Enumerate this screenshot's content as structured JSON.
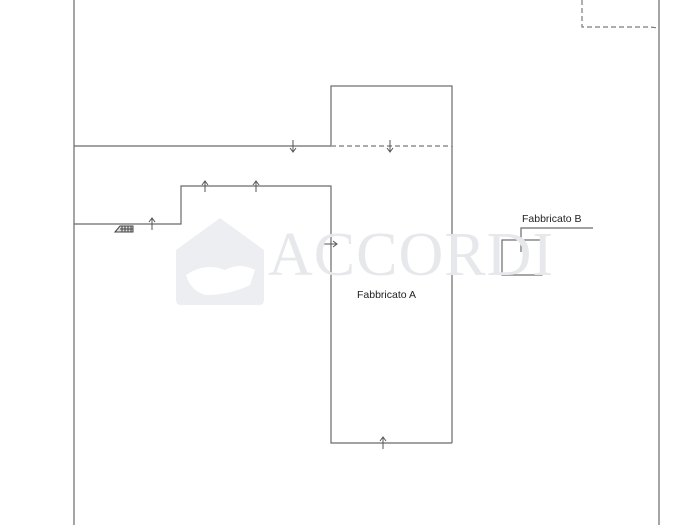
{
  "plan": {
    "building_a_label": "Fabbricato A",
    "building_b_label": "Fabbricato B"
  },
  "watermark": {
    "text": "ACCORDI"
  },
  "colors": {
    "line": "#6a6a6a",
    "watermark": "#e6e8ec"
  }
}
